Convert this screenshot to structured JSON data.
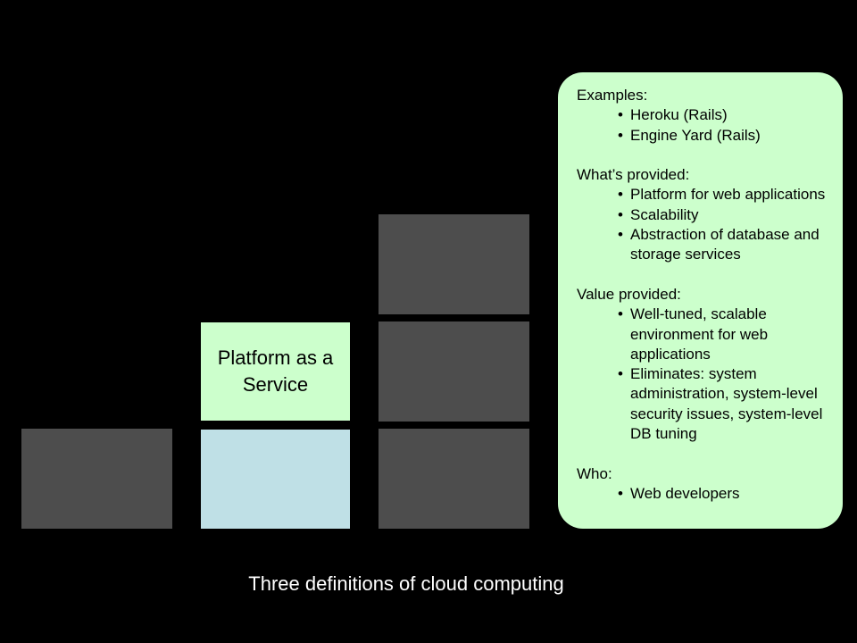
{
  "diagram": {
    "blocks": [
      {
        "id": "left-bottom",
        "label": ""
      },
      {
        "id": "mid-bottom",
        "label": ""
      },
      {
        "id": "mid-top",
        "label": "Platform as a Service"
      },
      {
        "id": "right-top",
        "label": ""
      },
      {
        "id": "right-mid",
        "label": ""
      },
      {
        "id": "right-bottom",
        "label": ""
      }
    ],
    "colors": {
      "background": "#000000",
      "inactive_block": "#4d4d4d",
      "highlight_block": "#ccffcc",
      "base_block": "#bfe0e6",
      "caption_text": "#ffffff"
    }
  },
  "info": {
    "sections": [
      {
        "heading": "Examples:",
        "items": [
          "Heroku (Rails)",
          "Engine Yard (Rails)"
        ]
      },
      {
        "heading": "What’s provided:",
        "items": [
          "Platform for web applications",
          "Scalability",
          "Abstraction of database and storage services"
        ]
      },
      {
        "heading": "Value provided:",
        "items": [
          "Well-tuned, scalable environment for web applications",
          "Eliminates: system administration, system-level security issues, system-level DB tuning"
        ]
      },
      {
        "heading": "Who:",
        "items": [
          "Web developers"
        ]
      }
    ]
  },
  "caption": "Three definitions of cloud computing"
}
